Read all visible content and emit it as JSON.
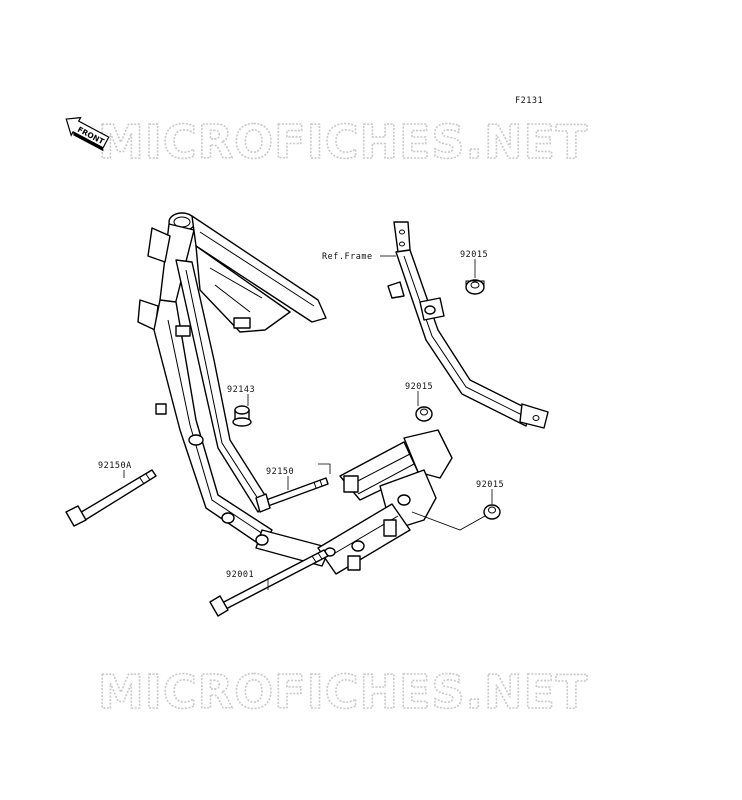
{
  "diagram_code": "F2131",
  "front_label": "FRONT",
  "watermark": "MICROFICHES.NET",
  "labels": {
    "ref_frame": "Ref.Frame",
    "nut_top": "92015",
    "collar": "92143",
    "nut_mid": "92015",
    "bolt_long": "92150A",
    "bolt_mid": "92150",
    "nut_right": "92015",
    "bolt_low": "92001"
  }
}
